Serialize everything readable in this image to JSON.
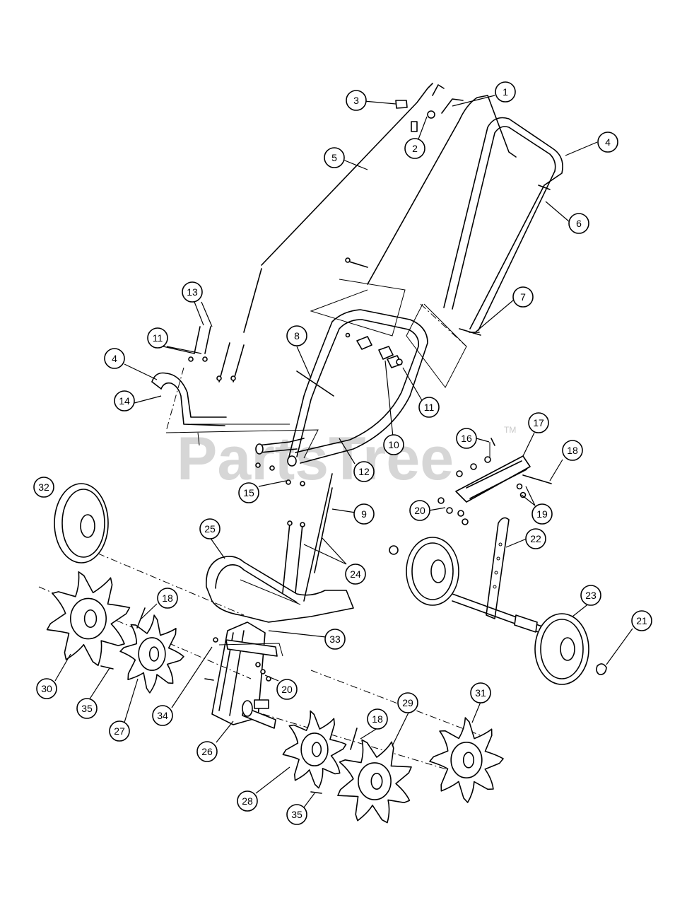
{
  "watermark": {
    "text": "PartsTree",
    "tm": "TM"
  },
  "callouts": [
    "1",
    "2",
    "3",
    "4",
    "4",
    "5",
    "6",
    "7",
    "8",
    "9",
    "10",
    "11",
    "11",
    "12",
    "13",
    "14",
    "15",
    "16",
    "17",
    "18",
    "18",
    "18",
    "19",
    "20",
    "20",
    "21",
    "22",
    "23",
    "24",
    "25",
    "26",
    "27",
    "28",
    "29",
    "30",
    "31",
    "32",
    "33",
    "34",
    "35",
    "35"
  ],
  "icons": {
    "drawing": "tiller-exploded-view-icon"
  }
}
